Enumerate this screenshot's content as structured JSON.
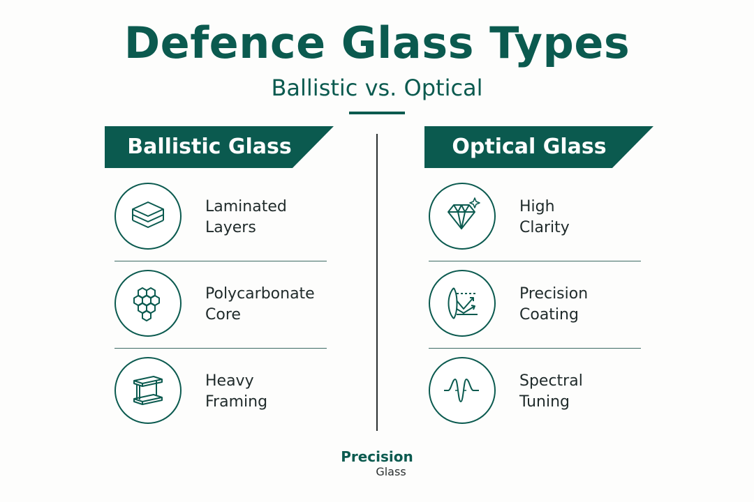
{
  "header": {
    "title": "Defence Glass Types",
    "subtitle": "Ballistic vs. Optical"
  },
  "ballistic": {
    "heading": "Ballistic Glass",
    "items": [
      {
        "line1": "Laminated",
        "line2": "Layers",
        "icon": "layers-icon"
      },
      {
        "line1": "Polycarbonate",
        "line2": "Core",
        "icon": "honeycomb-icon"
      },
      {
        "line1": "Heavy",
        "line2": "Framing",
        "icon": "i-beam-icon"
      }
    ]
  },
  "optical": {
    "heading": "Optical Glass",
    "items": [
      {
        "line1": "High",
        "line2": "Clarity",
        "icon": "diamond-icon"
      },
      {
        "line1": "Precision",
        "line2": "Coating",
        "icon": "lens-coating-icon"
      },
      {
        "line1": "Spectral",
        "line2": "Tuning",
        "icon": "waveform-icon"
      }
    ]
  },
  "footer": {
    "brand_name": "Precision",
    "brand_sub": "Glass"
  },
  "colors": {
    "accent": "#0b5a4f",
    "text": "#1f2a2a",
    "background": "#fdfdfc"
  }
}
